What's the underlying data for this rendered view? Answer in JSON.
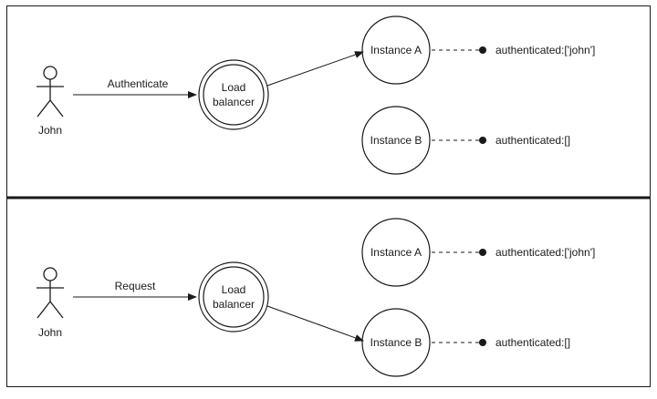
{
  "panels": [
    {
      "actor": {
        "name": "John"
      },
      "arrow_label": "Authenticate",
      "balancer": {
        "line1": "Load",
        "line2": "balancer"
      },
      "instances": [
        {
          "name": "Instance A",
          "state": "authenticated:['john']"
        },
        {
          "name": "Instance B",
          "state": "authenticated:[]"
        }
      ],
      "routes_to": "Instance A"
    },
    {
      "actor": {
        "name": "John"
      },
      "arrow_label": "Request",
      "balancer": {
        "line1": "Load",
        "line2": "balancer"
      },
      "instances": [
        {
          "name": "Instance A",
          "state": "authenticated:['john']"
        },
        {
          "name": "Instance B",
          "state": "authenticated:[]"
        }
      ],
      "routes_to": "Instance B"
    }
  ]
}
